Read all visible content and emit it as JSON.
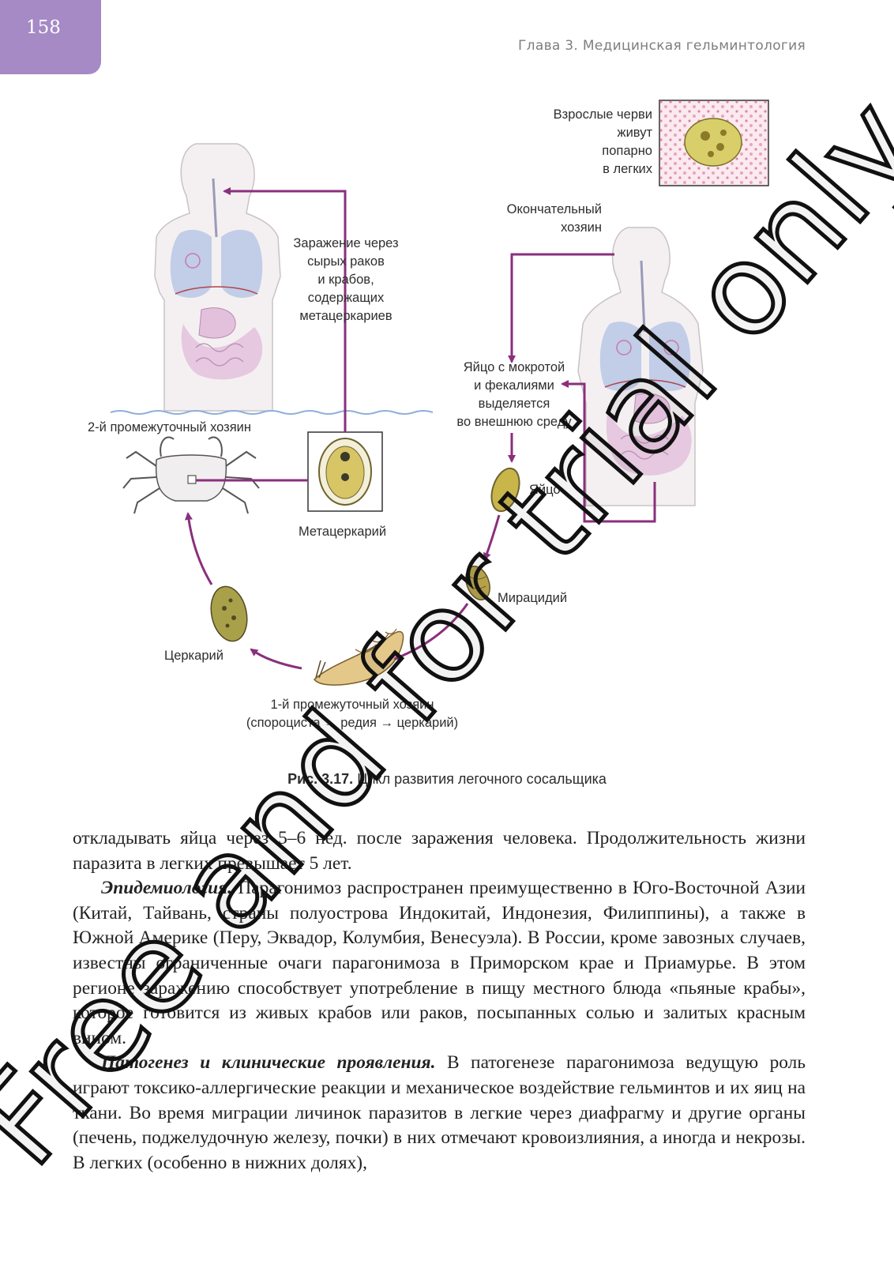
{
  "header": {
    "page_number": "158",
    "running_head": "Глава 3. Медицинская гельминтология"
  },
  "figure": {
    "labels": {
      "adult_worms": "Взрослые черви\nживут\nпопарно\nв легких",
      "definitive_host": "Окончательный\nхозяин",
      "infection": "Заражение через\nсырых раков\nи крабов,\nсодержащих\nметацеркариев",
      "egg_release": "Яйцо с мокротой\nи фекалиями\nвыделяется\nво внешнюю среду",
      "second_host": "2-й промежуточный хозяин",
      "metacercaria": "Метацеркарий",
      "egg": "Яйцо",
      "miracidium": "Мирацидий",
      "cercaria": "Церкарий",
      "first_host": "1-й промежуточный хозяин\n(спороциста → редия → церкарий)"
    },
    "caption_prefix": "Рис. 3.17.",
    "caption_text": " Цикл развития легочного сосальщика",
    "colors": {
      "arrow": "#8a2f7d",
      "lungs": "#b5c4e6",
      "intestine": "#e3c1dd",
      "egg": "#c9b64a",
      "water": "#8fb0d8"
    }
  },
  "body": {
    "p1": "откладывать яйца через 5–6 нед. после заражения человека. Продолжительность жизни паразита в легких превышает 5 лет.",
    "p2_lead": "Эпидемиология.",
    "p2_text": " Парагонимоз распространен преимущественно в Юго-Восточной Азии (Китай, Тайвань, страны полуострова Индокитай, Индонезия, Филиппины), а также в Южной Америке (Перу, Эквадор, Колумбия, Венесуэла). В России, кроме завозных случаев, известны ограниченные очаги парагонимоза в Приморском крае и Приамурье. В этом регионе заражению способствует употребление в пищу местного блюда «пьяные крабы», которое готовится из живых крабов или раков, посыпанных солью и залитых красным вином.",
    "p3_lead": "Патогенез и клинические проявления.",
    "p3_text": " В патогенезе парагонимоза ведущую роль играют токсико-аллергические реакции и механическое воздействие гельминтов и их яиц на ткани. Во время миграции личинок паразитов в легкие через диафрагму и другие органы (печень, поджелудочную железу, почки) в них отмечают кровоизлияния, а иногда и некрозы. В легких (особенно в нижних долях),"
  },
  "watermark": "Free and for trial only"
}
